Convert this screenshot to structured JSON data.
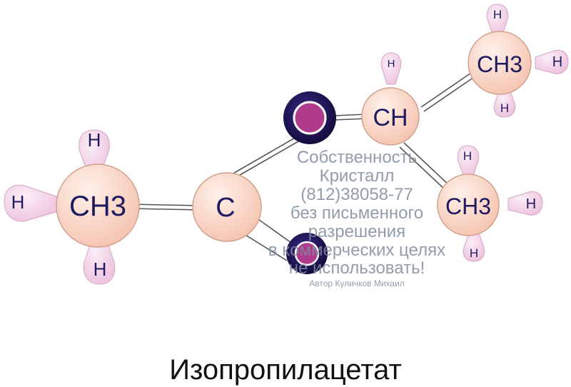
{
  "title": "Изопропилацетат",
  "atoms": {
    "ch3_left": "CH3",
    "c_center": "C",
    "ch": "CH",
    "ch3_top": "CH3",
    "ch3_right": "CH3",
    "h": "H"
  },
  "watermark": {
    "lines": [
      "Собственность",
      "Кристалл",
      "(812)38058-77",
      "без письменного",
      "разрешения",
      "в коммерческих целях",
      "не использовать!"
    ],
    "author": "Автор Куличков Михаил"
  },
  "colors": {
    "atom_fill": "#f7cdbb",
    "atom_stroke": "#d3a08c",
    "h_fill": "#f2d2e6",
    "oxygen": "#2a1c6e",
    "text": "#1f1a60",
    "watermark": "#7f8c9e"
  }
}
